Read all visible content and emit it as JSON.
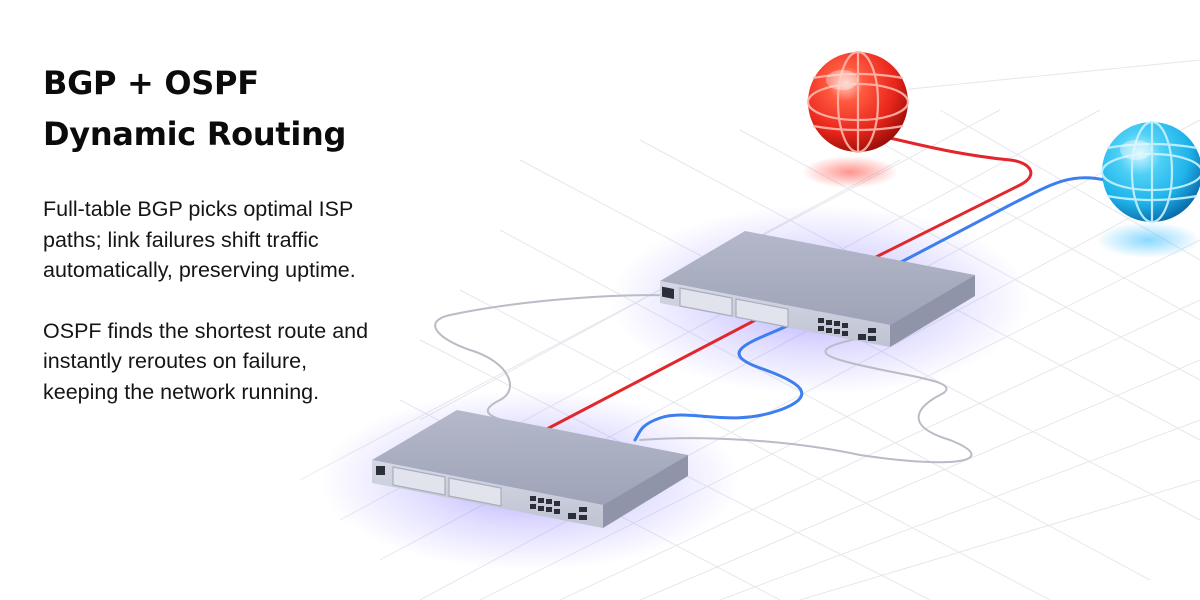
{
  "headline": {
    "line1": "BGP + OSPF",
    "line2": "Dynamic Routing"
  },
  "paragraphs": [
    {
      "lines": [
        "Full-table BGP picks optimal ISP",
        "paths; link failures shift traffic",
        "automatically, preserving uptime."
      ]
    },
    {
      "lines": [
        "OSPF finds the shortest route and",
        "instantly reroutes on failure,",
        "keeping the network running."
      ]
    }
  ],
  "illustration": {
    "globes": [
      {
        "name": "red-isp-globe",
        "color": "#e8261c"
      },
      {
        "name": "blue-isp-globe",
        "color": "#1fb3ea"
      }
    ],
    "cables": {
      "red": "#e3262b",
      "blue": "#3d7ef0",
      "grey": "#b9bcc6"
    },
    "device_color": "#a7acc0",
    "glow_color": "#6f5cff"
  }
}
